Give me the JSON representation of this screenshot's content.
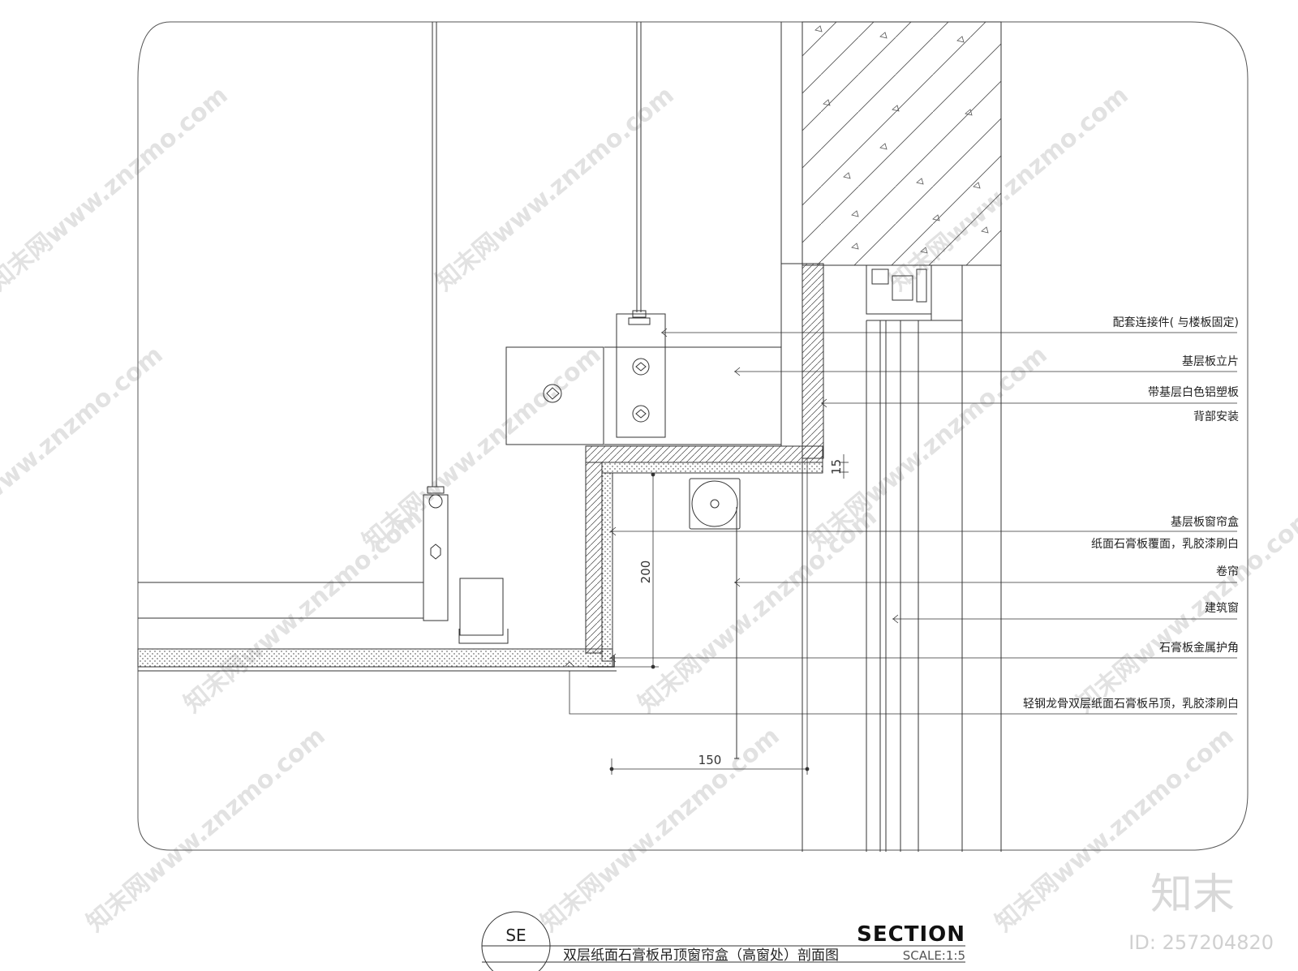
{
  "labels": [
    "配套连接件( 与楼板固定)",
    "基层板立片",
    "带基层白色铝塑板",
    "背部安装",
    "基层板窗帘盒",
    "纸面石膏板覆面，乳胶漆刷白",
    "卷帘",
    "建筑窗",
    "石膏板金属护角",
    "轻钢龙骨双层纸面石膏板吊顶，乳胶漆刷白"
  ],
  "dimensions": {
    "d15": "15",
    "d200": "200",
    "d150": "150"
  },
  "title_block": {
    "symbol": "SE",
    "heading": "SECTION",
    "title": "双层纸面石膏板吊顶窗帘盒（高窗处）剖面图",
    "scale": "SCALE:1:5"
  },
  "watermark": {
    "repeat_text": "知末网www.znzmo.com",
    "logo": "知末",
    "id_text": "ID: 257204820"
  },
  "colors": {
    "line": "#333333",
    "hatch": "#555555",
    "watermark": "#dcdcdc"
  }
}
